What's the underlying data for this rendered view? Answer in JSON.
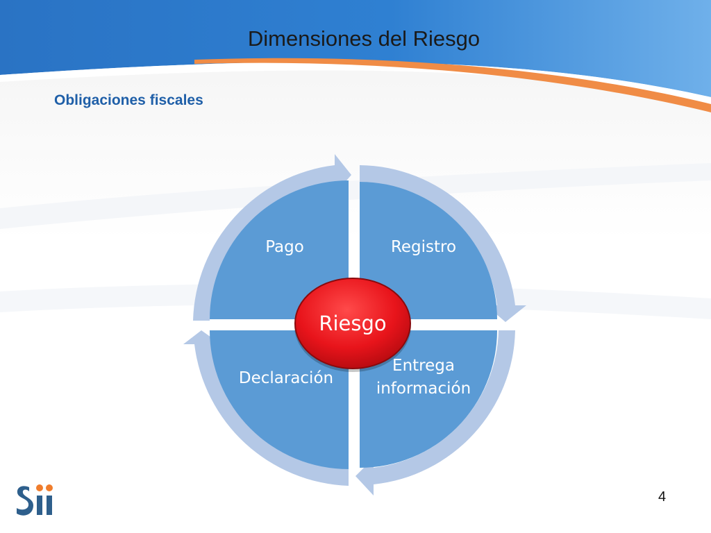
{
  "slide": {
    "title": "Dimensiones del Riesgo",
    "subtitle": "Obligaciones fiscales",
    "page_number": "4"
  },
  "diagram": {
    "center": "Riesgo",
    "quadrants": {
      "top_left": "Pago",
      "top_right": "Registro",
      "bottom_right_line1": "Entrega",
      "bottom_right_line2": "información",
      "bottom_left": "Declaración"
    }
  },
  "colors": {
    "quadrant_fill": "#5b9bd5",
    "arrow_fill": "#b4c8e6",
    "center_fill": "#e8141b",
    "header_blue": "#2673c9",
    "header_orange": "#f08c46",
    "logo_blue": "#2e5f8c",
    "logo_orange": "#f07d2c"
  },
  "logo": {
    "icon": "sii-logo-icon"
  }
}
